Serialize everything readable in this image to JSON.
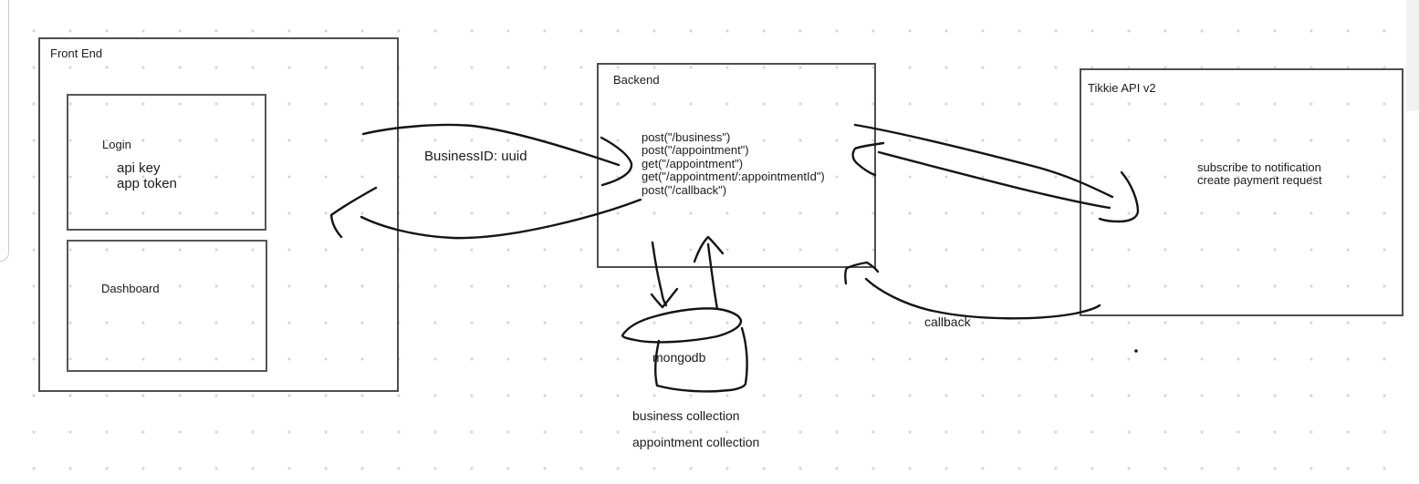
{
  "frontend": {
    "title": "Front End",
    "login": {
      "title": "Login",
      "lines": [
        "api key",
        "app token"
      ]
    },
    "dashboard": {
      "title": "Dashboard"
    }
  },
  "backend": {
    "title": "Backend",
    "endpoints": [
      "post(\"/business\")",
      "post(\"/appointment\")",
      "get(\"/appointment\")",
      "get(\"/appointment/:appointmentId\")",
      "post(\"/callback\")"
    ]
  },
  "tikkie": {
    "title": "Tikkie API v2",
    "lines": [
      "subscribe to notification",
      "create payment request"
    ]
  },
  "database": {
    "label": "mongodb",
    "collections": [
      "business collection",
      "appointment collection"
    ]
  },
  "annotations": {
    "business_id": "BusinessID: uuid",
    "callback": "callback"
  },
  "colors": {
    "box_border": "#4e4e4e",
    "stroke": "#141414",
    "dot_grid": "#d4d4d4",
    "scrollbar": "#f1f1f1"
  }
}
